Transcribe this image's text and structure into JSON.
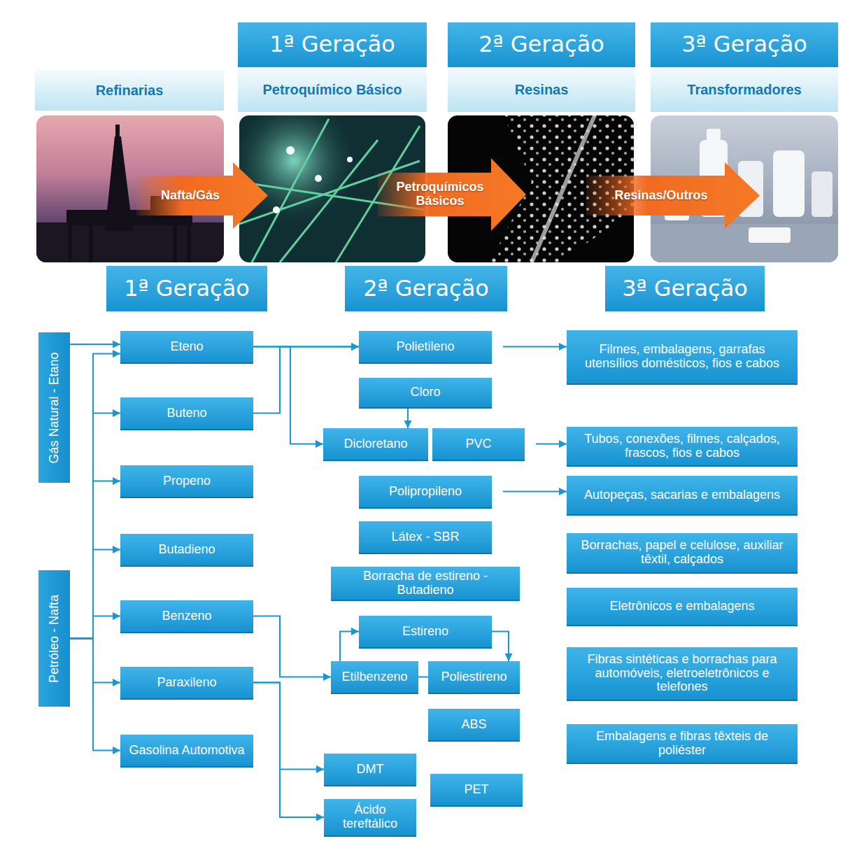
{
  "diagram": {
    "nodes": [
      {
        "text": [
          "1ª Geração"
        ]
      },
      {
        "text": [
          "2ª Geração"
        ]
      },
      {
        "text": [
          "3ª Geração"
        ]
      },
      {
        "text": [
          "Refinarias"
        ]
      },
      {
        "text": [
          "Petroquímico Básico"
        ]
      },
      {
        "text": [
          "Resinas"
        ]
      },
      {
        "text": [
          "Transformadores"
        ]
      },
      {
        "text": [
          "Nafta/Gás"
        ]
      },
      {
        "text": [
          "Petroquímicos Básicos"
        ]
      },
      {
        "text": [
          "Resinas/Outros"
        ]
      },
      {
        "text": [
          "1ª Geração"
        ]
      },
      {
        "text": [
          "2ª Geração"
        ]
      },
      {
        "text": [
          "3ª Geração"
        ]
      },
      {
        "text": [
          "Gás Natural - Etano"
        ]
      },
      {
        "text": [
          "Eteno"
        ]
      },
      {
        "text": [
          "Polietileno"
        ]
      },
      {
        "text": [
          "Filmes, embalagens, garrafas utensílios domésticos, fios e cabos"
        ]
      },
      {
        "text": [
          "Cloro"
        ]
      },
      {
        "text": [
          "Buteno"
        ]
      },
      {
        "text": [
          "Dicloretano"
        ]
      },
      {
        "text": [
          "PVC"
        ]
      },
      {
        "text": [
          "Tubos, conexões, filmes, calçados, frascos, fios e cabos"
        ]
      },
      {
        "text": [
          "Propeno"
        ]
      },
      {
        "text": [
          "Polipropileno"
        ]
      },
      {
        "text": [
          "Autopeças, sacarias e embalagens"
        ]
      },
      {
        "text": [
          "Látex - SBR"
        ]
      },
      {
        "text": [
          "Borrachas, papel e celulose, auxiliar têxtil, calçados"
        ]
      },
      {
        "text": [
          "Butadieno"
        ]
      },
      {
        "text": [
          "Borracha de estireno - Butadieno"
        ]
      },
      {
        "text": [
          "Eletrônicos e embalagens"
        ]
      },
      {
        "text": [
          "Petróleo - Nafta"
        ]
      },
      {
        "text": [
          "Benzeno"
        ]
      },
      {
        "text": [
          "Estireno"
        ]
      },
      {
        "text": [
          "Etilbenzeno"
        ]
      },
      {
        "text": [
          "Poliestireno"
        ]
      },
      {
        "text": [
          "Fibras sintéticas e borrachas para automóveis, eletroeletrônicos e telefones"
        ]
      },
      {
        "text": [
          "Paraxileno"
        ]
      },
      {
        "text": [
          "ABS"
        ]
      },
      {
        "text": [
          "Embalagens e fibras têxteis de poliéster"
        ]
      },
      {
        "text": [
          "Gasolina Automotiva"
        ]
      },
      {
        "text": [
          "DMT"
        ]
      },
      {
        "text": [
          "PET"
        ]
      },
      {
        "text": [
          "Ácido tereftálico"
        ]
      }
    ],
    "edges": [
      {
        "from": 13,
        "to": 14,
        "arrow": "to"
      },
      {
        "from": 30,
        "to": 14,
        "arrow": "to"
      },
      {
        "from": 30,
        "to": 18,
        "arrow": "to"
      },
      {
        "from": 30,
        "to": 22,
        "arrow": "to"
      },
      {
        "from": 30,
        "to": 27,
        "arrow": "to"
      },
      {
        "from": 30,
        "to": 31,
        "arrow": "to"
      },
      {
        "from": 30,
        "to": 36,
        "arrow": "to"
      },
      {
        "from": 30,
        "to": 39,
        "arrow": "to"
      },
      {
        "from": 14,
        "to": 15,
        "arrow": "to"
      },
      {
        "from": 18,
        "to": 15,
        "arrow": "to"
      },
      {
        "from": 14,
        "to": 19,
        "arrow": "to"
      },
      {
        "from": 17,
        "to": 19,
        "arrow": "to"
      },
      {
        "from": 15,
        "to": 16,
        "arrow": "to"
      },
      {
        "from": 20,
        "to": 21,
        "arrow": "to"
      },
      {
        "from": 23,
        "to": 24,
        "arrow": "to"
      },
      {
        "from": 31,
        "to": 33,
        "arrow": "to"
      },
      {
        "from": 33,
        "to": 32,
        "arrow": "to"
      },
      {
        "from": 32,
        "to": 34,
        "arrow": "to"
      },
      {
        "from": 33,
        "to": 34,
        "arrow": "none"
      },
      {
        "from": 36,
        "to": 40,
        "arrow": "to"
      },
      {
        "from": 36,
        "to": 42,
        "arrow": "to"
      }
    ]
  }
}
